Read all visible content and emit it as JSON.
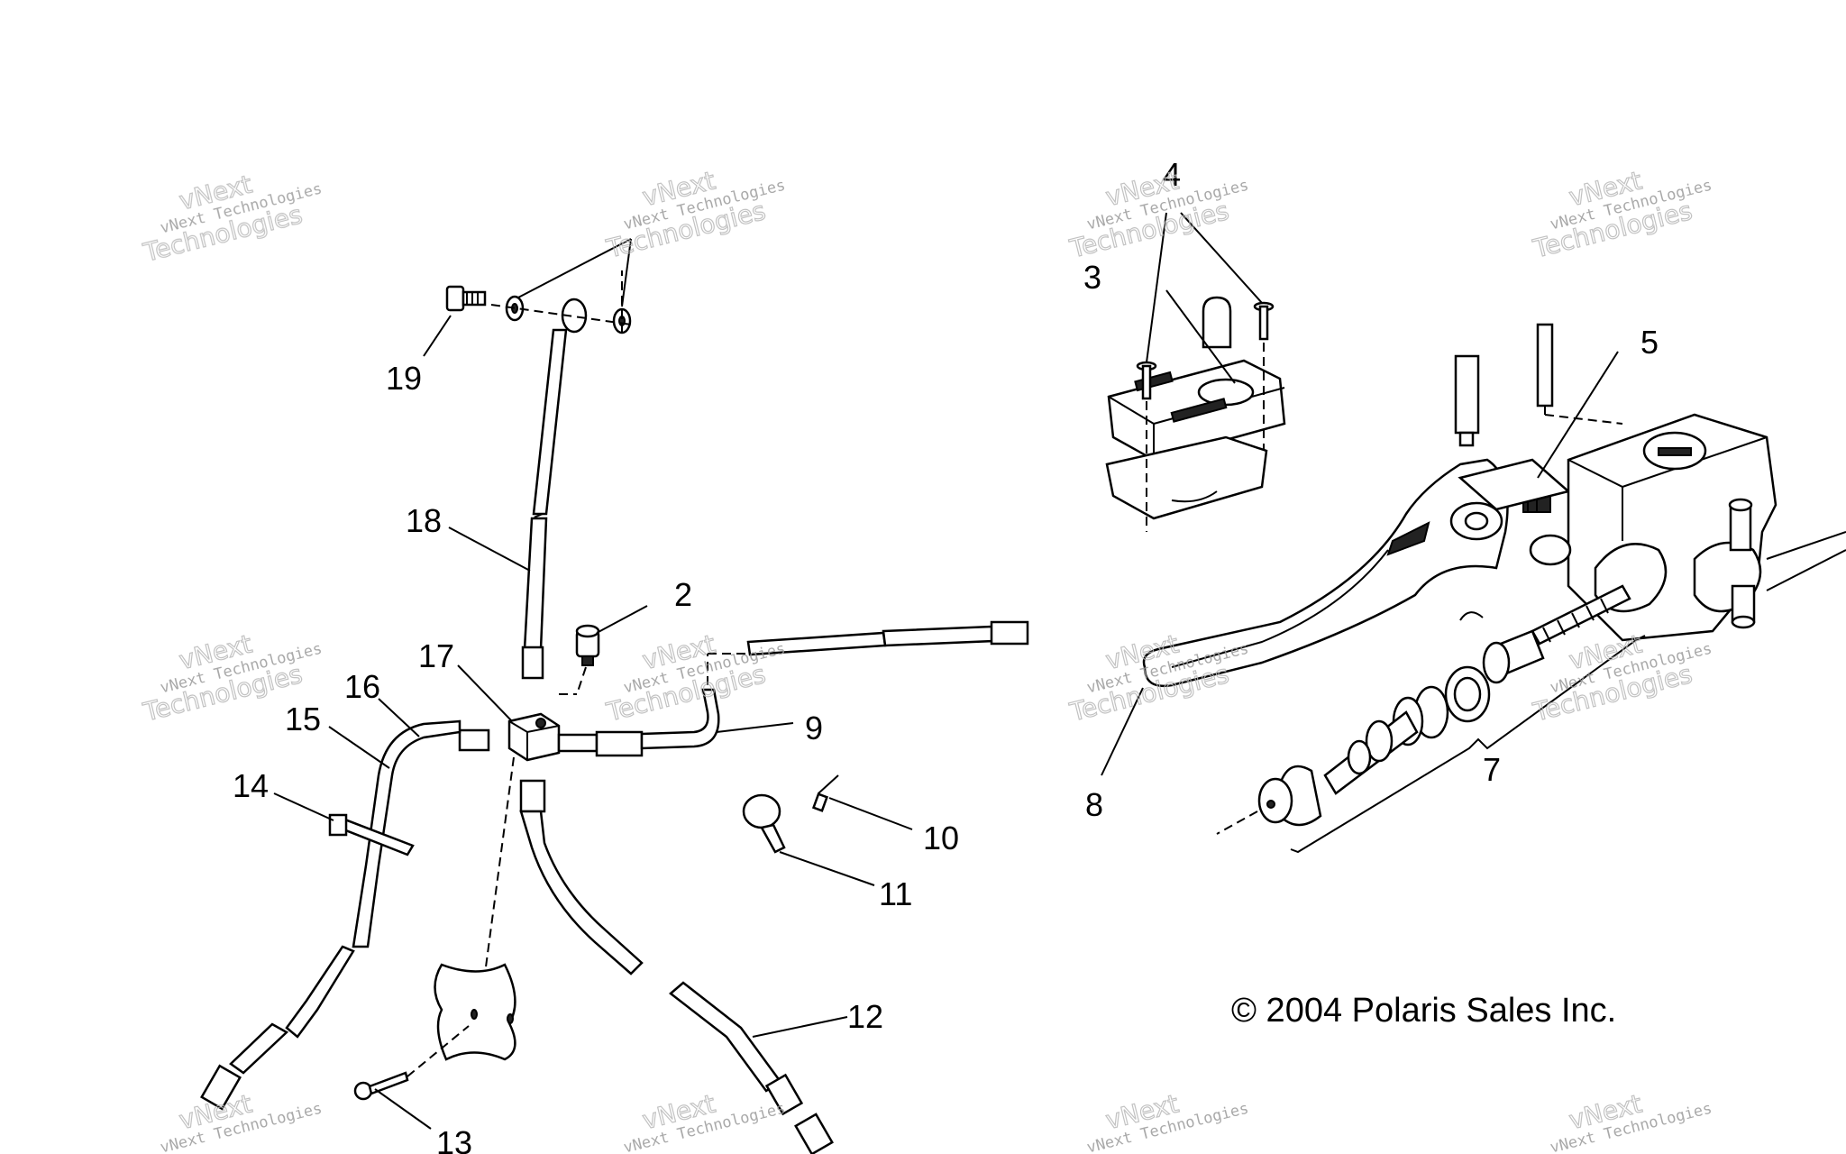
{
  "callouts": [
    {
      "id": "2",
      "label": "2"
    },
    {
      "id": "3",
      "label": "3"
    },
    {
      "id": "4",
      "label": "4"
    },
    {
      "id": "5",
      "label": "5"
    },
    {
      "id": "7",
      "label": "7"
    },
    {
      "id": "8",
      "label": "8"
    },
    {
      "id": "9",
      "label": "9"
    },
    {
      "id": "10",
      "label": "10"
    },
    {
      "id": "11",
      "label": "11"
    },
    {
      "id": "12",
      "label": "12"
    },
    {
      "id": "13",
      "label": "13"
    },
    {
      "id": "14",
      "label": "14"
    },
    {
      "id": "15",
      "label": "15"
    },
    {
      "id": "16",
      "label": "16"
    },
    {
      "id": "17",
      "label": "17"
    },
    {
      "id": "18",
      "label": "18"
    },
    {
      "id": "19",
      "label": "19"
    }
  ],
  "copyright": "© 2004 Polaris Sales Inc.",
  "watermark": {
    "small": "vNext Technologies",
    "big_top": "vNext",
    "big_bottom": "Technologies"
  }
}
